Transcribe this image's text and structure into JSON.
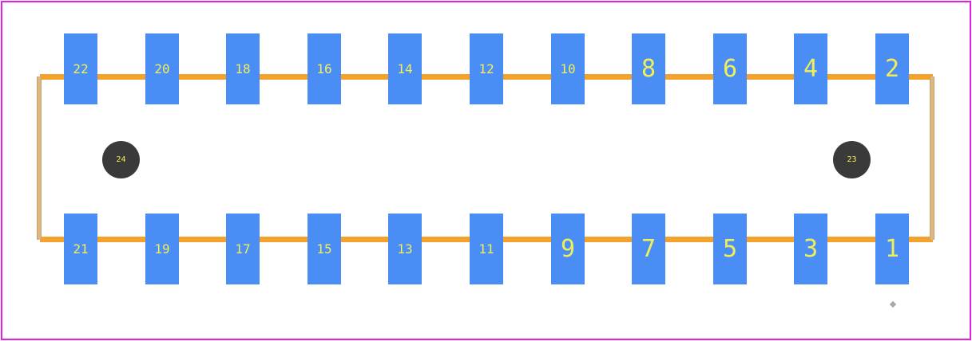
{
  "colors": {
    "board_outline": "#e41ee4",
    "track": "#f4a22d",
    "edge_track": "#ddb783",
    "pad": "#4a8ef5",
    "pad_label": "#f0ef5a",
    "hole": "#3a3a3a"
  },
  "pads_top": [
    {
      "label": "22"
    },
    {
      "label": "20"
    },
    {
      "label": "18"
    },
    {
      "label": "16"
    },
    {
      "label": "14"
    },
    {
      "label": "12"
    },
    {
      "label": "10"
    },
    {
      "label": "8"
    },
    {
      "label": "6"
    },
    {
      "label": "4"
    },
    {
      "label": "2"
    }
  ],
  "pads_bottom": [
    {
      "label": "21"
    },
    {
      "label": "19"
    },
    {
      "label": "17"
    },
    {
      "label": "15"
    },
    {
      "label": "13"
    },
    {
      "label": "11"
    },
    {
      "label": "9"
    },
    {
      "label": "7"
    },
    {
      "label": "5"
    },
    {
      "label": "3"
    },
    {
      "label": "1"
    }
  ],
  "holes": [
    {
      "label": "24"
    },
    {
      "label": "23"
    }
  ]
}
